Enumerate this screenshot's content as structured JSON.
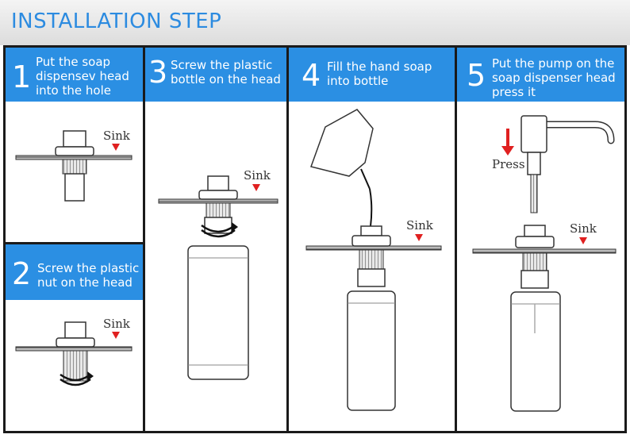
{
  "title": "INSTALLATION STEP",
  "steps": [
    {
      "number": "1",
      "text_lines": [
        "Put the soap",
        "dispensev head",
        "into the hole"
      ]
    },
    {
      "number": "2",
      "text_lines": [
        "Screw the plastic",
        "nut on the head"
      ]
    },
    {
      "number": "3",
      "text_lines": [
        "Screw the plastic",
        "bottle on the head"
      ]
    },
    {
      "number": "4",
      "text_lines": [
        "Fill the hand soap",
        "into bottle"
      ]
    },
    {
      "number": "5",
      "text_lines": [
        "Put the pump on the",
        "soap dispenser head",
        "press it"
      ]
    }
  ],
  "labels": {
    "sink": "Sink",
    "press": "Press"
  },
  "colors": {
    "accent": "#2b8fe3",
    "title": "#2c8be0",
    "arrow": "#e02020"
  }
}
